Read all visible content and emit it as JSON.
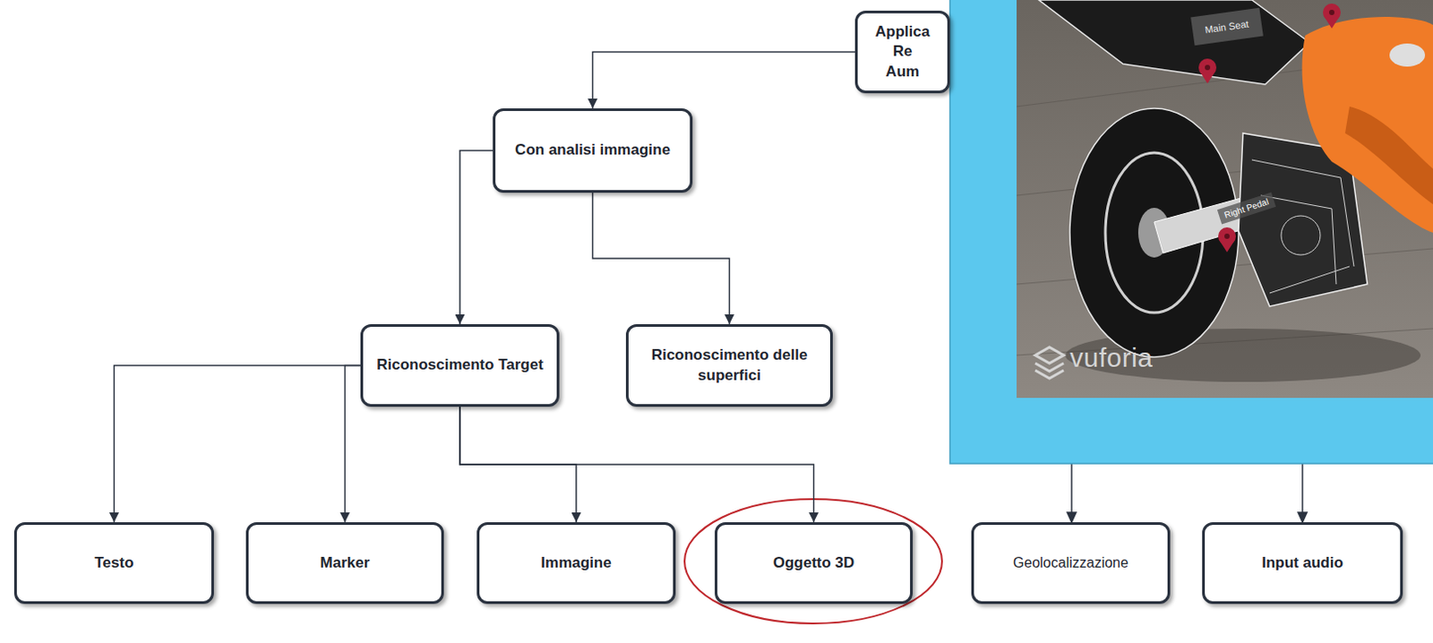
{
  "diagram": {
    "nodes": [
      {
        "text": [
          "Applica Re Aum"
        ]
      },
      {
        "text": [
          "Con analisi immagine"
        ]
      },
      {
        "text": [
          "Riconoscimento Target"
        ]
      },
      {
        "text": [
          "Riconoscimento delle superfici"
        ]
      },
      {
        "text": [
          "Testo"
        ]
      },
      {
        "text": [
          "Marker"
        ]
      },
      {
        "text": [
          "Immagine"
        ]
      },
      {
        "text": [
          "Oggetto 3D"
        ]
      },
      {
        "text": [
          "Geolocalizzazione"
        ]
      },
      {
        "text": [
          "Input audio"
        ]
      }
    ],
    "edges": [
      {
        "from": 0,
        "to": 1,
        "arrow": "to"
      },
      {
        "from": 1,
        "to": 2,
        "arrow": "to"
      },
      {
        "from": 1,
        "to": 3,
        "arrow": "to"
      },
      {
        "from": 2,
        "to": 4,
        "arrow": "to"
      },
      {
        "from": 2,
        "to": 5,
        "arrow": "to"
      },
      {
        "from": 2,
        "to": 6,
        "arrow": "to"
      },
      {
        "from": 2,
        "to": 7,
        "arrow": "to"
      }
    ],
    "labels": [
      "Main Seat",
      "Right Pedal",
      "vuforia"
    ]
  }
}
